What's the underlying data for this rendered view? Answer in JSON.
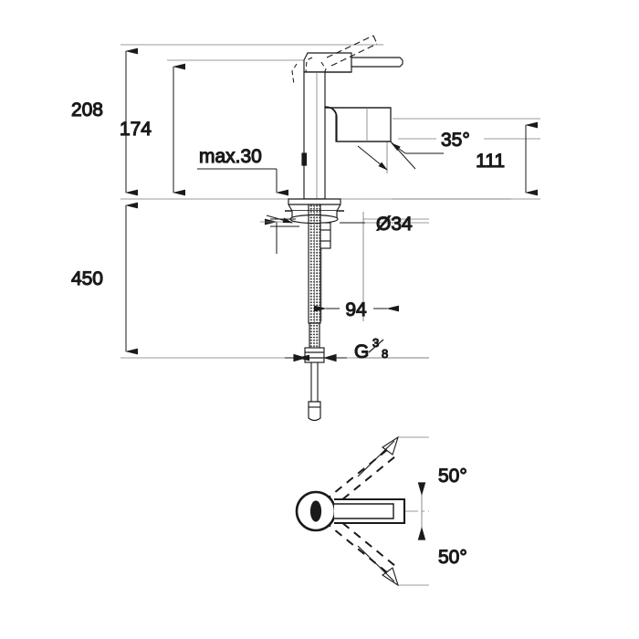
{
  "drawing": {
    "type": "technical-dimension-drawing",
    "subject": "single-lever basin mixer tap",
    "views": [
      "elevation",
      "plan"
    ],
    "line_color": "#1a1a1a",
    "thin_line_color": "#666666",
    "background": "#ffffff"
  },
  "dimensions": {
    "total_height": "208",
    "spout_height": "174",
    "max_deck_thickness": "max.30",
    "handle_angle": "35°",
    "spout_reach_height": "111",
    "hole_diameter": "Ø34",
    "hose_length_below": "450",
    "shank_length": "94",
    "thread_label": "G",
    "thread_numerator": "3",
    "thread_denominator": "8",
    "swivel_upper": "50°",
    "swivel_lower": "50°"
  },
  "labels": {
    "h208": "208",
    "h174": "174",
    "max30": "max.30",
    "a35": "35°",
    "h111": "111",
    "d34": "Ø34",
    "h450": "450",
    "w94": "94",
    "thread": "G",
    "frac_num": "3",
    "frac_den": "8",
    "ang_top": "50°",
    "ang_bottom": "50°"
  }
}
